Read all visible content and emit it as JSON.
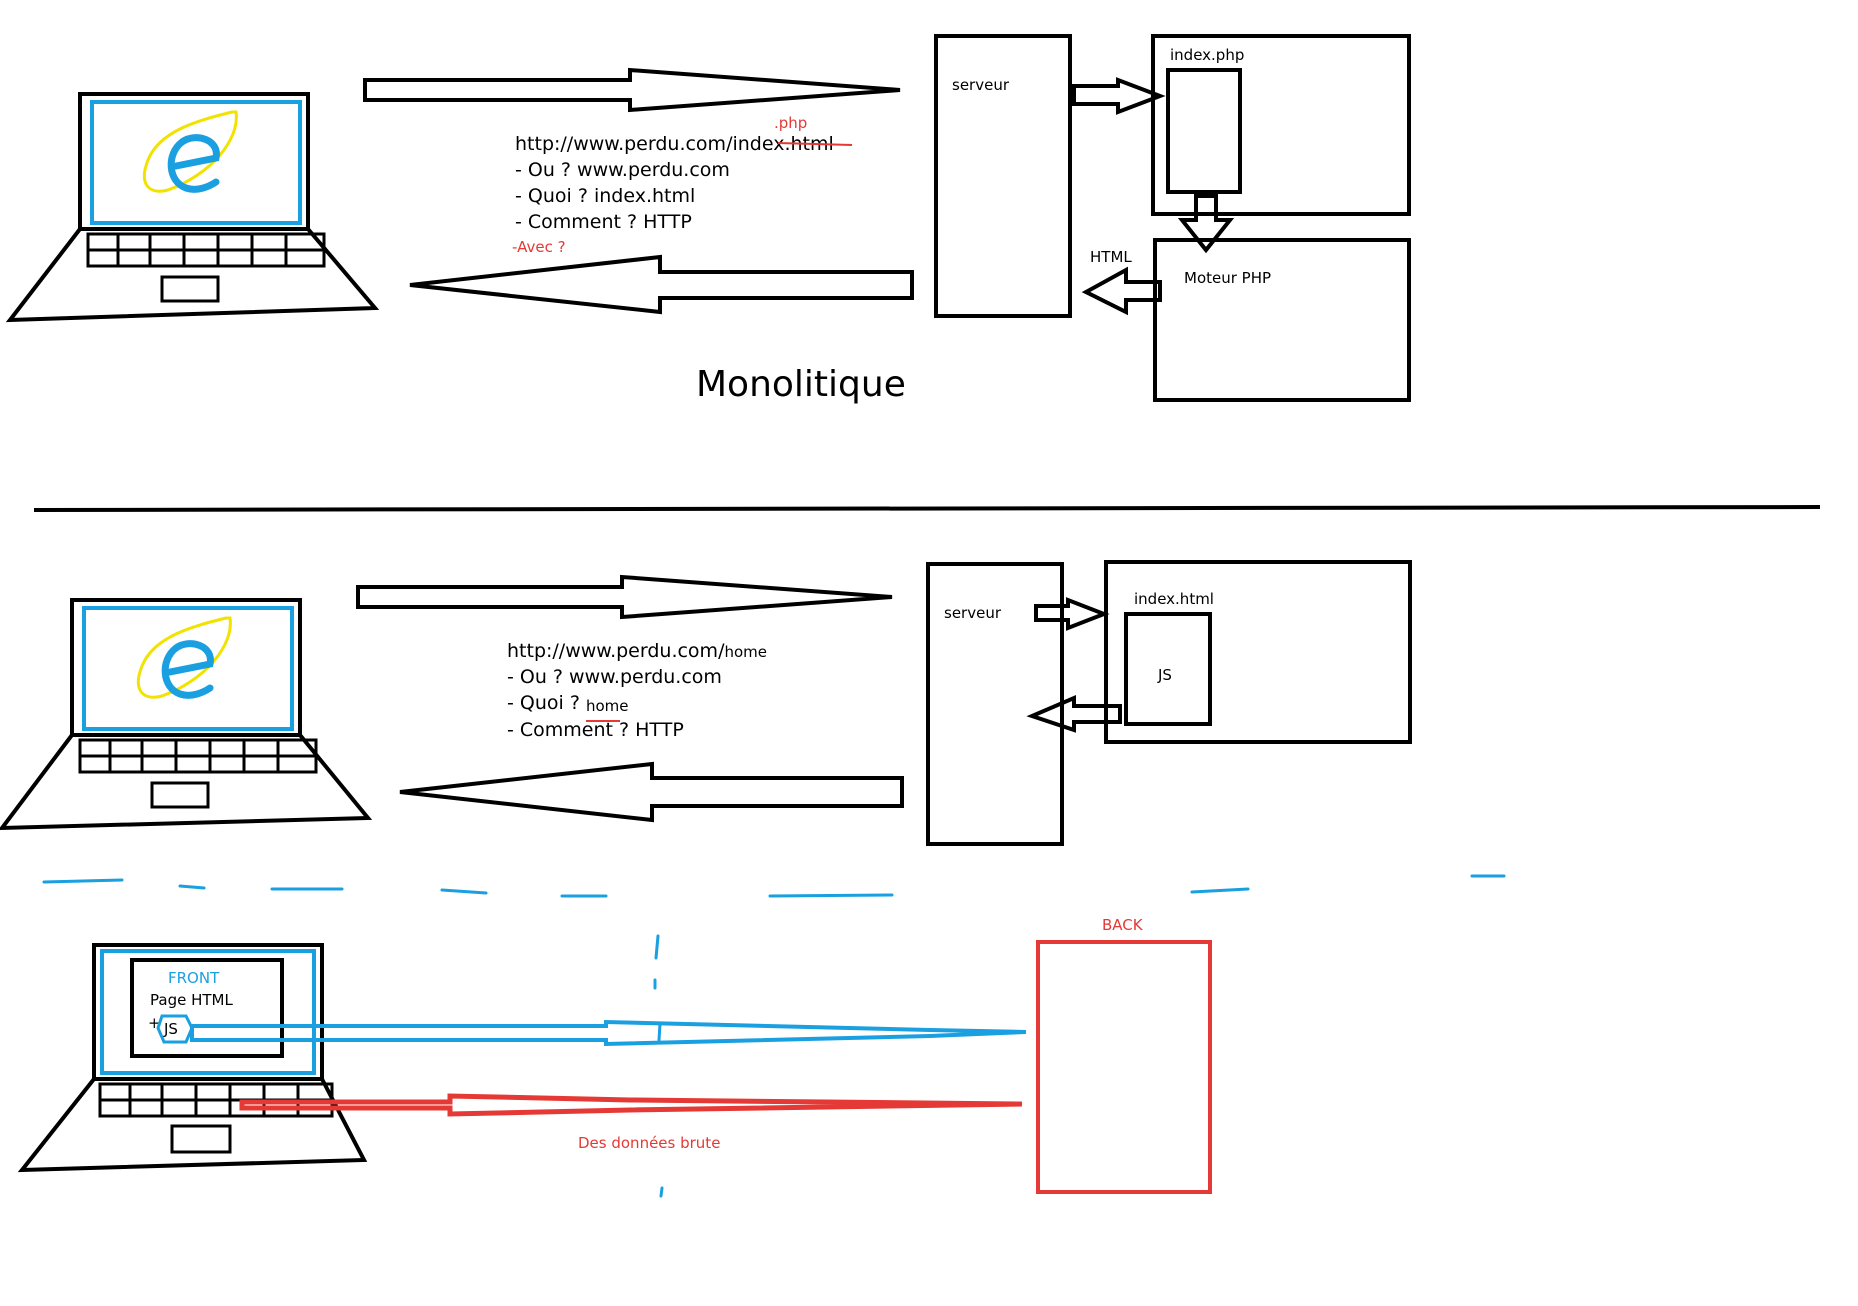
{
  "colors": {
    "ink": "#000000",
    "blue": "#1a9fe0",
    "yellow": "#f2e200",
    "red": "#e53935"
  },
  "icons": [
    "laptop-icon",
    "internet-explorer-icon"
  ],
  "monolith": {
    "url_base": "http://www.perdu.com/index.",
    "url_struck": "html",
    "url_fix": ".php",
    "ou": "- Ou ? www.perdu.com",
    "quoi": "- Quoi ? index.html",
    "comment": "- Comment ? HTTP",
    "avec": "-Avec ?",
    "server": "serveur",
    "file": "index.php",
    "engine": "Moteur PHP",
    "html_label": "HTML",
    "title": "Monolitique"
  },
  "spa": {
    "url_base": "http://www.perdu.com/",
    "url_path": "home",
    "ou": "- Ou ? www.perdu.com",
    "quoi": "- Quoi ?",
    "quoi_value": "home",
    "comment": "- Comment ? HTTP",
    "server": "serveur",
    "file": "index.html",
    "js": "JS"
  },
  "split": {
    "front": "FRONT",
    "page": "Page HTML",
    "plus": "+",
    "js": "JS",
    "back": "BACK",
    "raw_data": "Des données brute"
  }
}
